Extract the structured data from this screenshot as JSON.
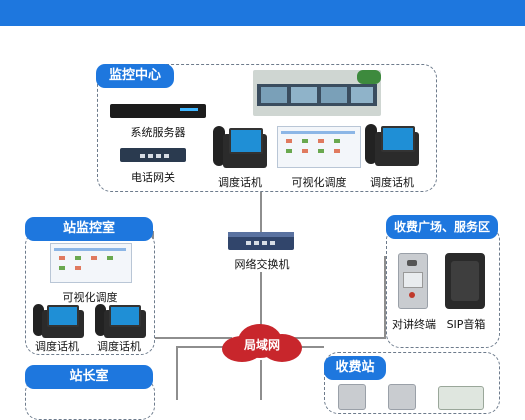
{
  "monitor_center": {
    "title": "监控中心",
    "system_server": "系统服务器",
    "phone_gateway": "电话网关",
    "dispatch_phone_1": "调度话机",
    "visual_dispatch": "可视化调度",
    "dispatch_phone_2": "调度话机"
  },
  "station_monitor": {
    "title": "站监控室",
    "visual_dispatch": "可视化调度",
    "dispatch_phone_1": "调度话机",
    "dispatch_phone_2": "调度话机"
  },
  "stationmaster_room": {
    "title": "站长室"
  },
  "network": {
    "switch": "网络交换机",
    "lan": "局域网"
  },
  "toll_plaza": {
    "title": "收费广场、服务区",
    "intercom_terminal": "对讲终端",
    "sip_speaker": "SIP音箱"
  },
  "toll_station": {
    "title": "收费站"
  },
  "colors": {
    "accent": "#1e77de",
    "lan_cloud": "#c8262c",
    "line": "#8e8e8e"
  },
  "icons": [
    "server-icon",
    "gateway-icon",
    "phone-icon",
    "screen-icon",
    "switch-icon",
    "cloud-icon",
    "intercom-icon",
    "speaker-icon"
  ]
}
